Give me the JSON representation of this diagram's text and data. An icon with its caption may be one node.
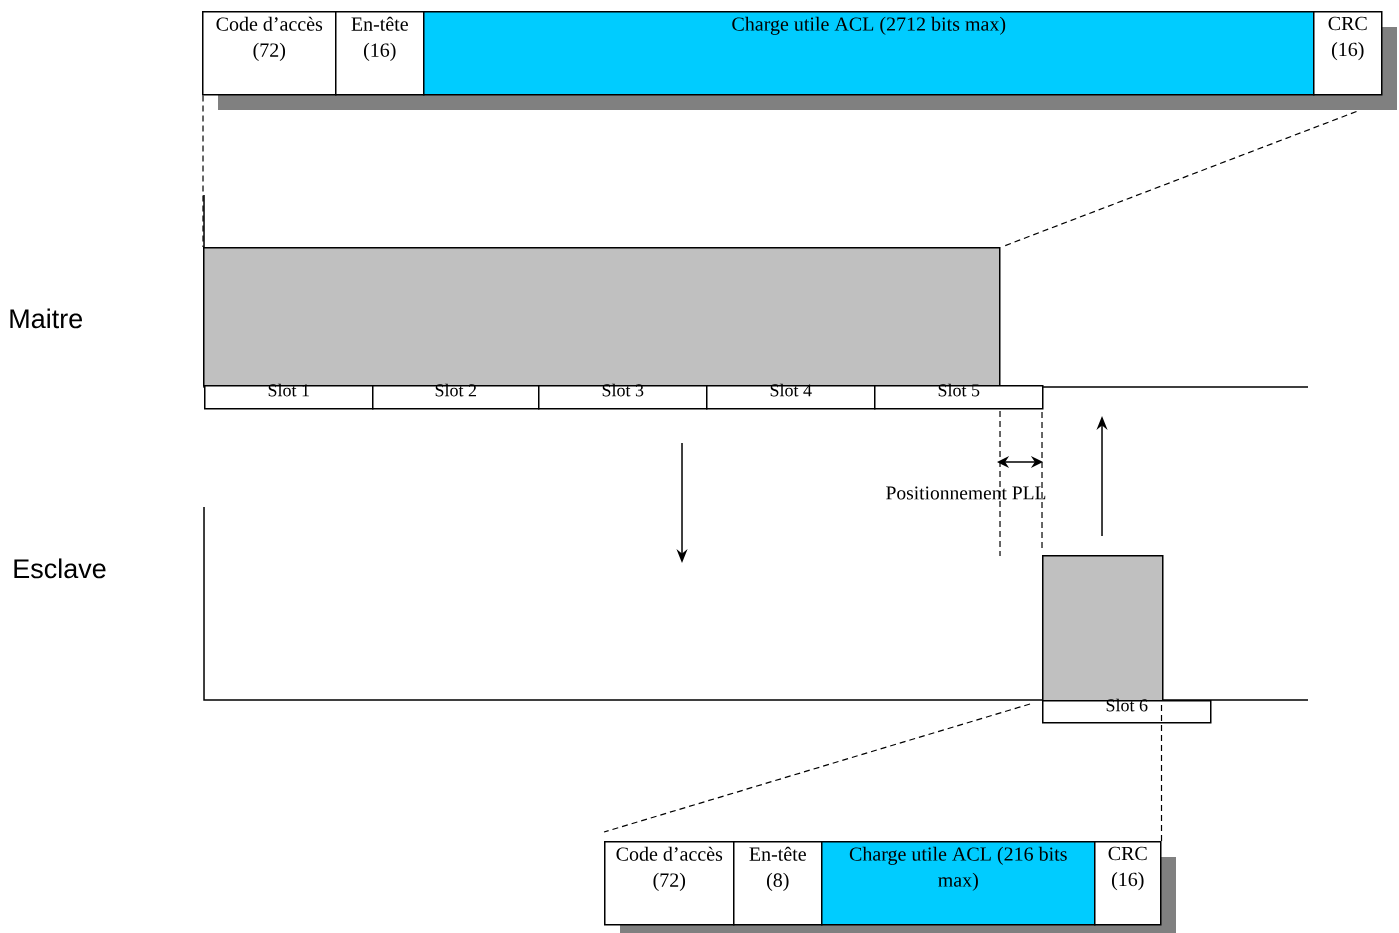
{
  "diagram": {
    "nodes": [
      {
        "text": [
          "Code d’accès (72)"
        ]
      },
      {
        "text": [
          "En-tête (16)"
        ]
      },
      {
        "text": [
          "Charge utile ACL (2712 bits max)"
        ]
      },
      {
        "text": [
          "CRC (16)"
        ]
      },
      {
        "text": [],
        "shape": "box"
      },
      {
        "text": [
          "Slot 1"
        ]
      },
      {
        "text": [
          "Slot 2"
        ]
      },
      {
        "text": [
          "Slot 3"
        ]
      },
      {
        "text": [
          "Slot 4"
        ]
      },
      {
        "text": [
          "Slot 5"
        ]
      },
      {
        "text": [],
        "shape": "box"
      },
      {
        "text": [
          "Slot 6"
        ]
      },
      {
        "text": [
          "Code d’accès (72)"
        ]
      },
      {
        "text": [
          "En-tête (8)"
        ]
      },
      {
        "text": [
          "Charge utile ACL (216 bits max)"
        ]
      },
      {
        "text": [
          "CRC (16)"
        ]
      }
    ],
    "edges": [
      {
        "from": 0,
        "to": 4,
        "arrow": "none",
        "style": "dashed"
      },
      {
        "from": 3,
        "to": 4,
        "arrow": "none",
        "style": "dashed"
      },
      {
        "from": 11,
        "to": 12,
        "arrow": "none",
        "style": "dashed"
      },
      {
        "from": 11,
        "to": 15,
        "arrow": "none",
        "style": "dashed"
      }
    ],
    "labels": [
      "Maitre",
      "Esclave",
      "Positionnement PLL"
    ]
  }
}
